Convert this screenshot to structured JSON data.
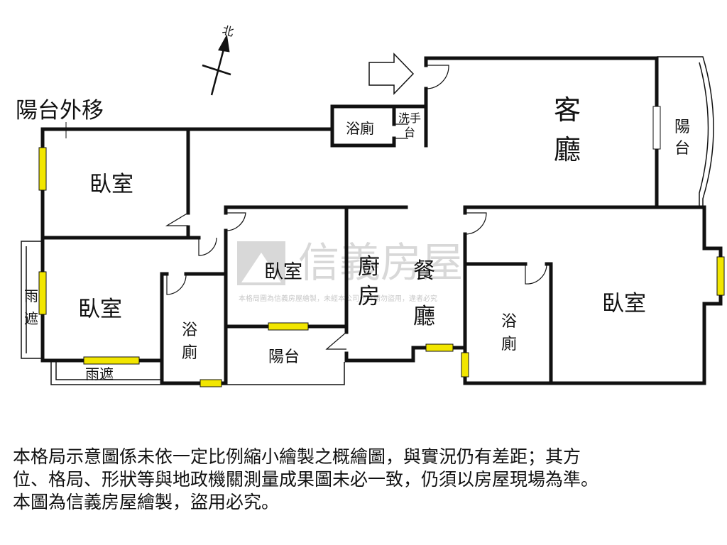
{
  "notes": {
    "balcony_moved": "陽台外移"
  },
  "compass": {
    "north": "北"
  },
  "rooms": {
    "living": [
      "客",
      "廳"
    ],
    "balcony_right": [
      "陽",
      "台"
    ],
    "bathroom_top": "浴廁",
    "wash": [
      "洗手",
      "台"
    ],
    "bedroom_1": "臥室",
    "bedroom_2": "臥室",
    "bedroom_3": "臥室",
    "bedroom_4": "臥室",
    "bathroom_mid": [
      "浴",
      "廁"
    ],
    "balcony_mid": "陽台",
    "kitchen": [
      "廚",
      "房"
    ],
    "dining": [
      "餐",
      "廳"
    ],
    "bathroom_right": [
      "浴",
      "廁"
    ],
    "awning_left": [
      "雨",
      "遮"
    ],
    "awning_bottom": "雨遮"
  },
  "watermark": {
    "brand": "信義房屋",
    "sub": "本格局圖為信義房屋繪製，未經本公司允許請勿盜用，違者必究"
  },
  "disclaimer": [
    "本格局示意圖係未依一定比例縮小繪製之概繪圖，與實況仍有差距；其方",
    "位、格局、形狀等與地政機關測量成果圖未必一致，仍須以房屋現場為準。",
    "本圖為信義房屋繪製，盜用必究。"
  ],
  "colors": {
    "wall": "#111111",
    "window": "#f2e600",
    "watermark": "#b9b9b9"
  }
}
